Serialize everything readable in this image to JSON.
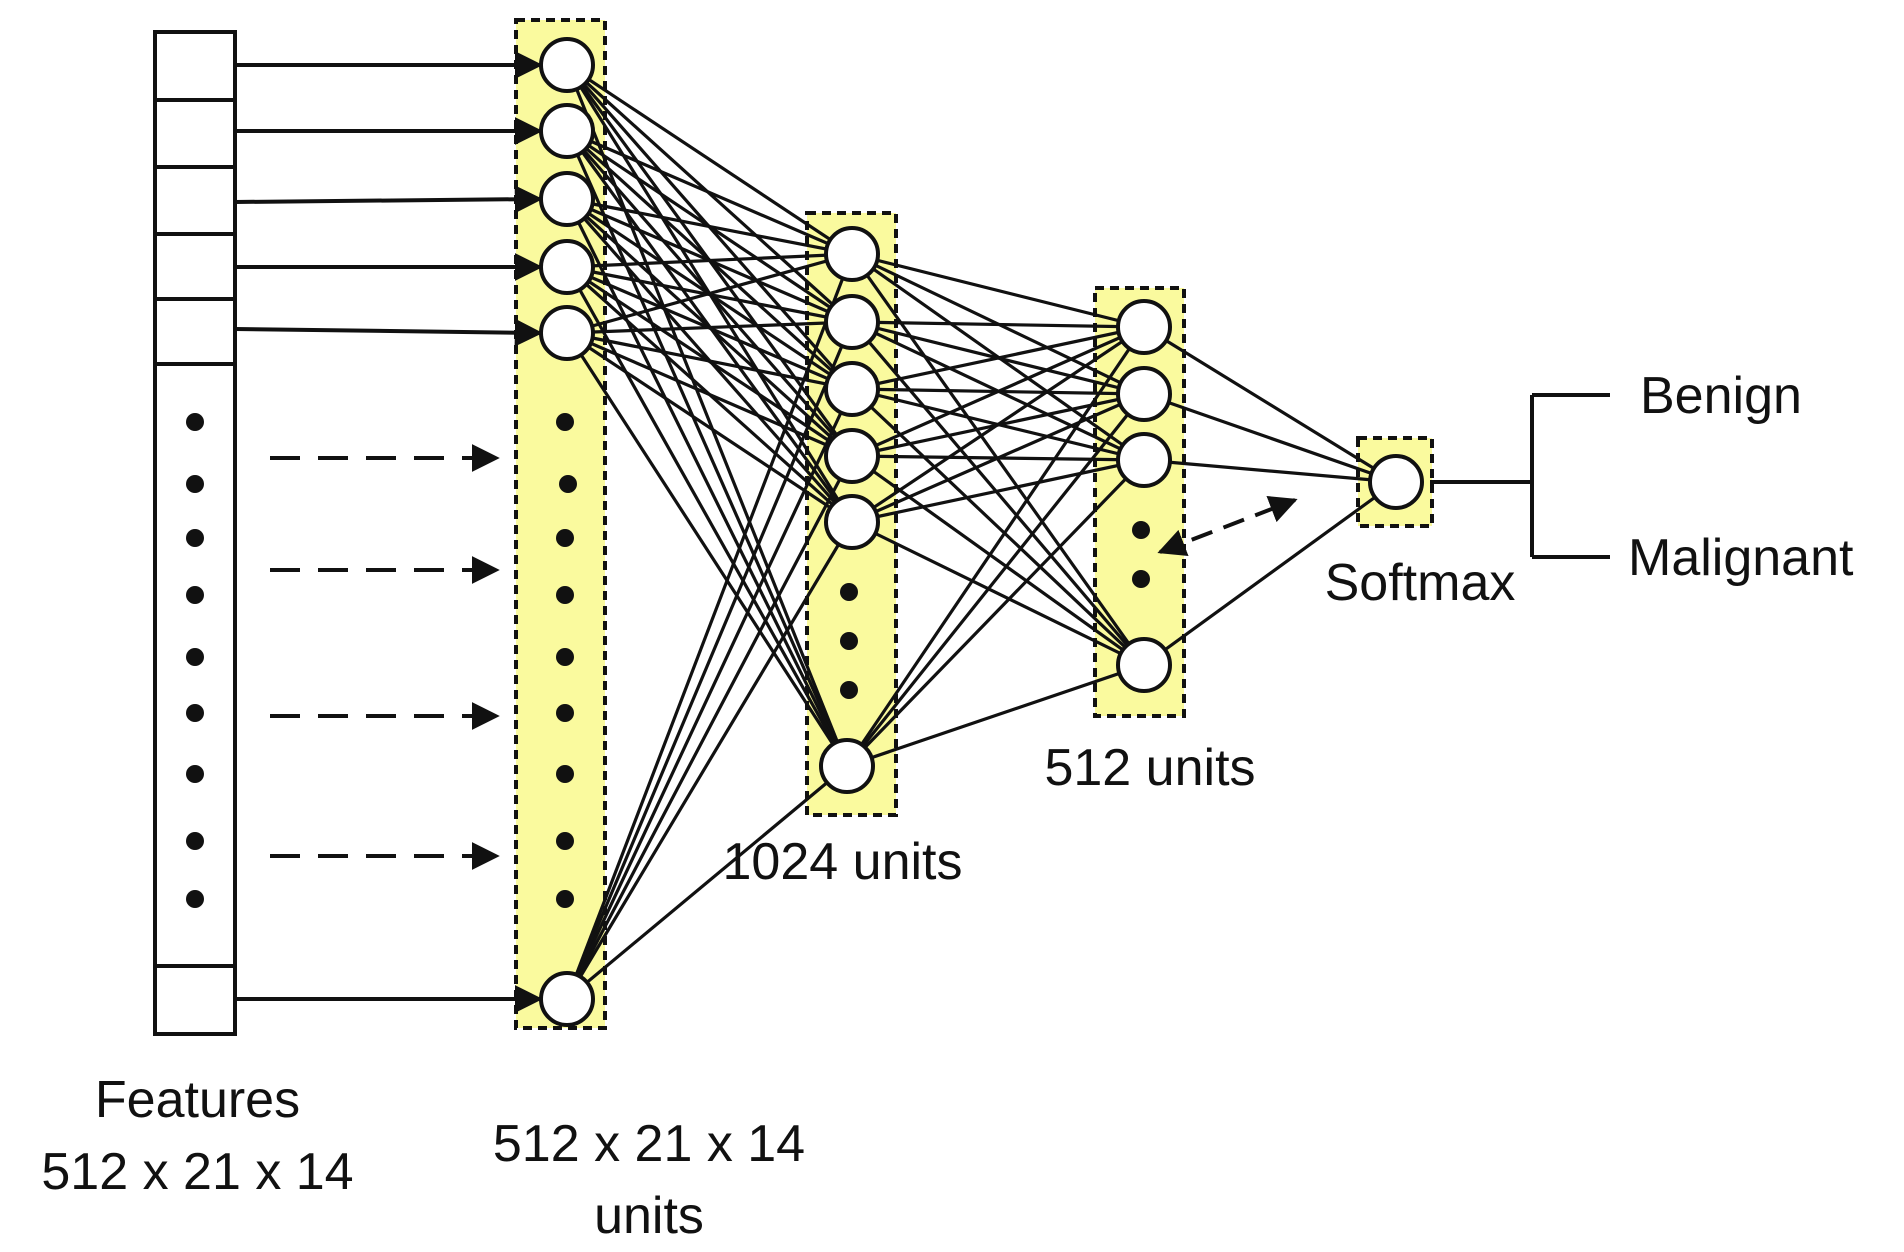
{
  "labels": {
    "features_line1": "Features",
    "features_line2": "512 x 21 x 14",
    "layer1_line1": "512 x 21 x 14",
    "layer1_line2": "units",
    "layer2": "1024 units",
    "layer3": "512 units",
    "softmax": "Softmax",
    "output_benign": "Benign",
    "output_malignant": "Malignant"
  },
  "colors": {
    "layer_fill": "#fafa9e",
    "stroke": "#111111",
    "node_fill": "#ffffff"
  }
}
